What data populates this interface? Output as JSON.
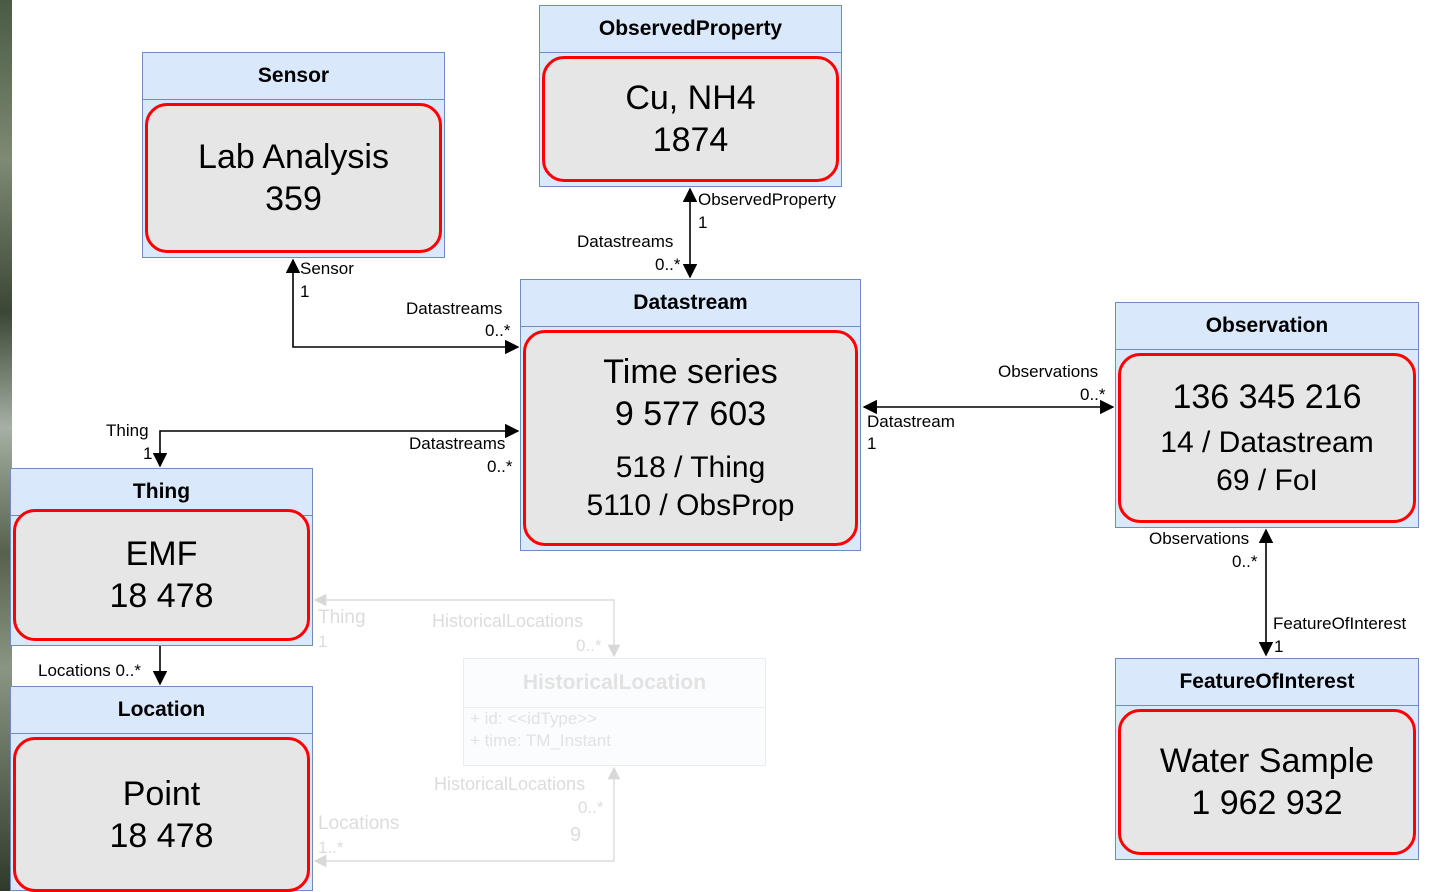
{
  "entities": {
    "observed_property": {
      "title": "ObservedProperty",
      "line1": "Cu, NH4",
      "line2": "1874"
    },
    "sensor": {
      "title": "Sensor",
      "line1": "Lab Analysis",
      "line2": "359"
    },
    "datastream": {
      "title": "Datastream",
      "line1": "Time series",
      "line2": "9 577 603",
      "line3": "518 / Thing",
      "line4": "5110 / ObsProp"
    },
    "observation": {
      "title": "Observation",
      "line1": "136 345 216",
      "line2": "14 / Datastream",
      "line3": "69 / FoI"
    },
    "thing": {
      "title": "Thing",
      "line1": "EMF",
      "line2": "18 478"
    },
    "location": {
      "title": "Location",
      "line1": "Point",
      "line2": "18 478"
    },
    "feature_of_interest": {
      "title": "FeatureOfInterest",
      "line1": "Water Sample",
      "line2": "1 962 932"
    },
    "historical_location": {
      "title": "HistoricalLocation",
      "attr1": "+ id: <<idType>>",
      "attr2": "+ time: TM_Instant"
    }
  },
  "labels": {
    "op_role": "ObservedProperty",
    "op_mult": "1",
    "op_ds_role": "Datastreams",
    "op_ds_mult": "0..*",
    "sensor_role": "Sensor",
    "sensor_mult": "1",
    "sensor_ds_role": "Datastreams",
    "sensor_ds_mult": "0..*",
    "thing_role": "Thing",
    "thing_mult": "1",
    "thing_ds_role": "Datastreams",
    "thing_ds_mult": "0..*",
    "obs_role": "Observations",
    "obs_mult": "0..*",
    "ds_role": "Datastream",
    "ds_mult": "1",
    "foi_obs_role": "Observations",
    "foi_obs_mult": "0..*",
    "foi_role": "FeatureOfInterest",
    "foi_mult": "1",
    "locations_role": "Locations 0..*",
    "hl_thing_role": "Thing",
    "hl_thing_mult": "1",
    "hl_role_top": "HistoricalLocations",
    "hl_mult_top": "0..*",
    "hl_role_bottom": "HistoricalLocations",
    "hl_mult_bottom": "0..*",
    "hl_locations_role": "Locations",
    "hl_locations_mult": "1..*",
    "hl_nine": "9"
  },
  "colors": {
    "header_fill": "#dae8fc",
    "header_border": "#6c8ebf",
    "card_fill": "#e6e6e6",
    "card_border": "#ff0000"
  }
}
